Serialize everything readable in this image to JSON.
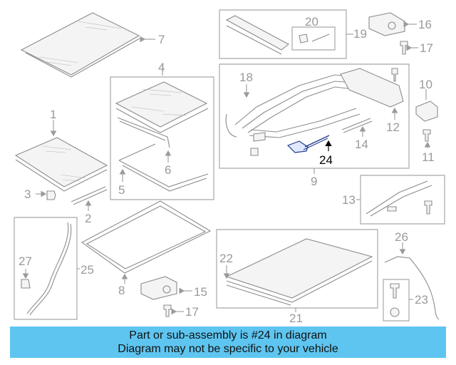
{
  "diagram": {
    "callouts": {
      "c1": "1",
      "c2": "2",
      "c3": "3",
      "c4": "4",
      "c5": "5",
      "c6": "6",
      "c7": "7",
      "c8": "8",
      "c9": "9",
      "c10": "10",
      "c11": "11",
      "c12": "12",
      "c13": "13",
      "c14": "14",
      "c15": "15",
      "c16": "16",
      "c17a": "17",
      "c17b": "17",
      "c18": "18",
      "c19": "19",
      "c20": "20",
      "c21": "21",
      "c22": "22",
      "c23": "23",
      "c24": "24",
      "c25": "25",
      "c26": "26",
      "c27": "27"
    },
    "highlighted_part": "24",
    "colors": {
      "highlight_text": "#000000",
      "part_text": "#9a9a9a",
      "banner": "#5ec5f0",
      "part_stroke": "#8c8c8c"
    }
  },
  "banner": {
    "line1": "Part or sub-assembly is #24 in diagram",
    "line2": "Diagram may not be specific to your vehicle"
  }
}
